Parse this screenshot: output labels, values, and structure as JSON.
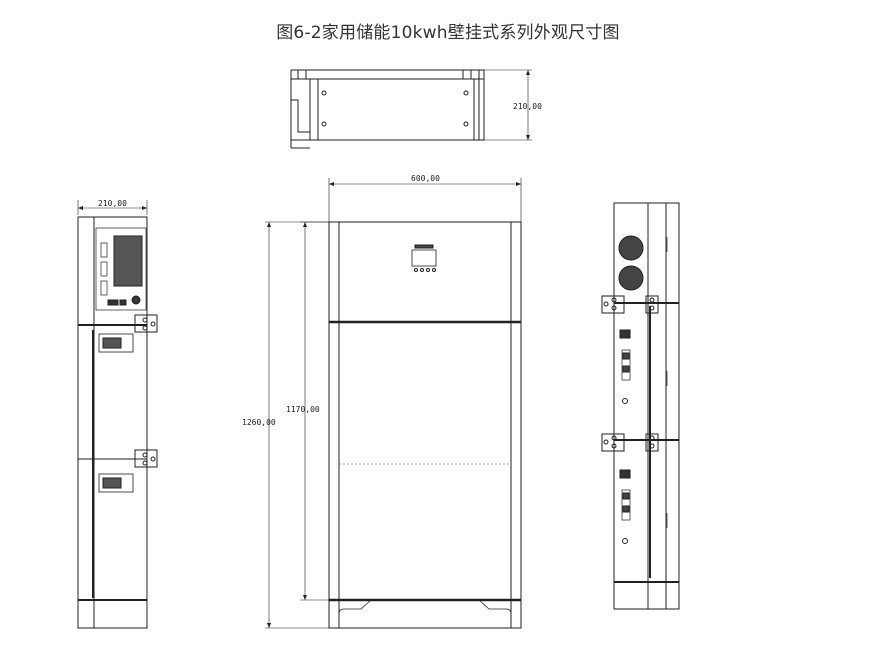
{
  "title": "图6-2家用储能10kwh壁挂式系列外观尺寸图",
  "dimensions": {
    "top_depth": "210,00",
    "side_depth": "210,00",
    "front_width": "600,00",
    "front_inner_height": "1170,00",
    "front_total_height": "1260,00"
  },
  "views": [
    "top-view",
    "left-side-view",
    "front-view",
    "right-side-view"
  ],
  "colors": {
    "line": "#222222",
    "text": "#333333"
  }
}
